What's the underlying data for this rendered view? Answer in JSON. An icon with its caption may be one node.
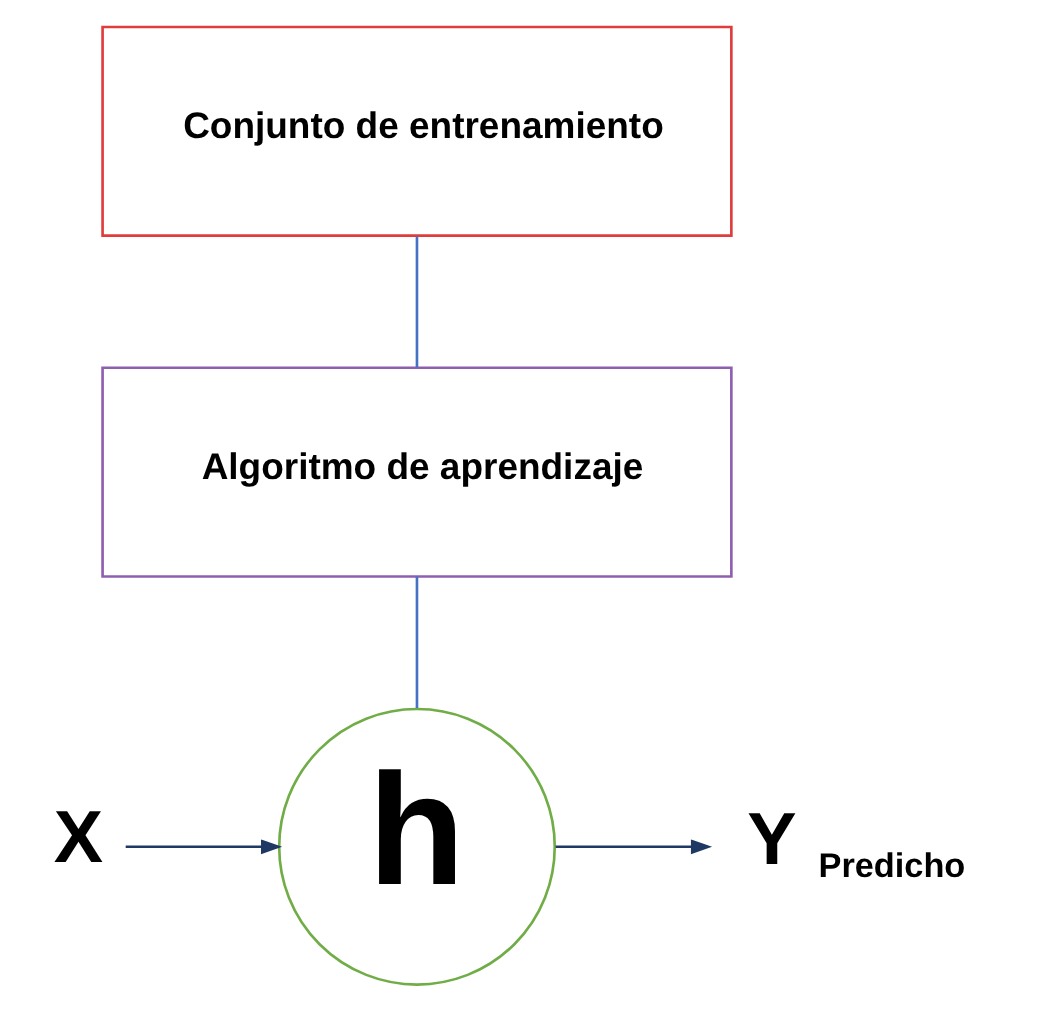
{
  "diagram": {
    "nodes": [
      {
        "text": [
          "Conjunto de entrenamiento"
        ]
      },
      {
        "text": [
          "Algoritmo de aprendizaje"
        ]
      },
      {
        "text": [
          "h"
        ]
      },
      {
        "text": [
          "X"
        ]
      },
      {
        "text": [
          "Y"
        ],
        "beside": [
          "Predicho"
        ]
      }
    ],
    "edges": [
      {
        "from": 0,
        "to": 1,
        "arrow": "none",
        "color": "#4472c4"
      },
      {
        "from": 1,
        "to": 2,
        "arrow": "none",
        "color": "#4472c4"
      },
      {
        "from": 3,
        "to": 2,
        "arrow": "to",
        "color": "#1f3864"
      },
      {
        "from": 2,
        "to": 4,
        "arrow": "to",
        "color": "#1f3864"
      }
    ]
  }
}
